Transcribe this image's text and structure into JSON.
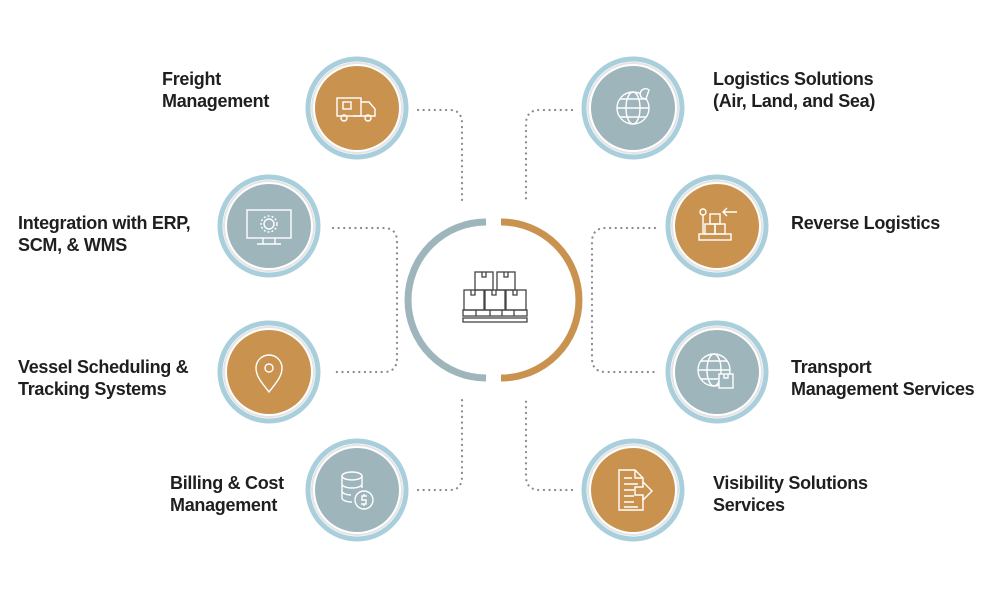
{
  "colors": {
    "tan": "#c9934f",
    "slate": "#9fb5bc",
    "ring": "#a9cfdc",
    "dots": "#8a8a8a",
    "text": "#1f1f1f"
  },
  "center": {
    "icon": "pallet-boxes-icon"
  },
  "nodes": [
    {
      "id": "freight",
      "lines": [
        "Freight",
        "Management"
      ],
      "icon": "truck-icon",
      "color": "tan"
    },
    {
      "id": "integration",
      "lines": [
        "Integration with ERP,",
        "SCM, & WMS"
      ],
      "icon": "monitor-gear-icon",
      "color": "slate"
    },
    {
      "id": "vessel",
      "lines": [
        "Vessel Scheduling &",
        "Tracking Systems"
      ],
      "icon": "location-pin-icon",
      "color": "tan"
    },
    {
      "id": "billing",
      "lines": [
        "Billing & Cost",
        "Management"
      ],
      "icon": "coins-dollar-icon",
      "color": "slate"
    },
    {
      "id": "logistics",
      "lines": [
        "Logistics Solutions",
        "(Air, Land, and Sea)"
      ],
      "icon": "globe-pin-icon",
      "color": "slate"
    },
    {
      "id": "reverse",
      "lines": [
        "Reverse Logistics"
      ],
      "icon": "boxes-return-icon",
      "color": "tan"
    },
    {
      "id": "transport",
      "lines": [
        "Transport",
        "Management Services"
      ],
      "icon": "globe-box-icon",
      "color": "slate"
    },
    {
      "id": "visibility",
      "lines": [
        "Visibility Solutions",
        "Services"
      ],
      "icon": "document-arrow-icon",
      "color": "tan"
    }
  ]
}
